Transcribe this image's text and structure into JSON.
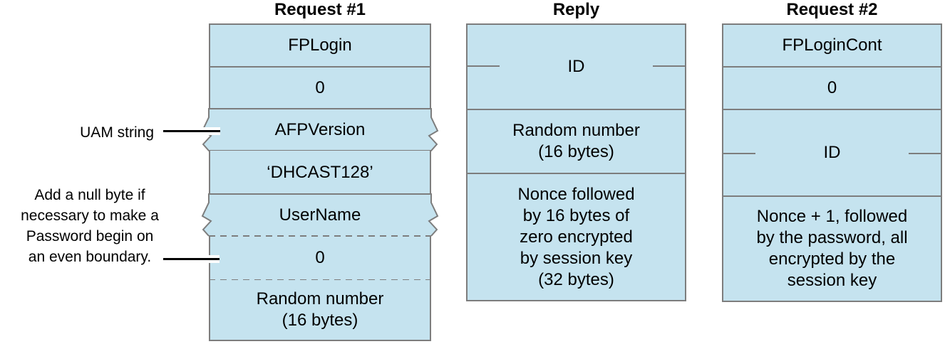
{
  "columns": [
    {
      "title": "Request #1",
      "rows": [
        {
          "label": "FPLogin"
        },
        {
          "label": "0"
        },
        {
          "label": "AFPVersion",
          "edge": "torn"
        },
        {
          "label": "‘DHCAST128’"
        },
        {
          "label": "UserName",
          "edge": "torn"
        },
        {
          "label": "0",
          "border": "dashed"
        },
        {
          "label": "Random number\n(16 bytes)"
        }
      ]
    },
    {
      "title": "Reply",
      "rows": [
        {
          "label": "ID",
          "ticks": true
        },
        {
          "label": "Random number\n(16 bytes)"
        },
        {
          "label": "Nonce followed\nby 16 bytes of\nzero encrypted\nby session key\n(32 bytes)"
        }
      ]
    },
    {
      "title": "Request #2",
      "rows": [
        {
          "label": "FPLoginCont"
        },
        {
          "label": "0"
        },
        {
          "label": "ID",
          "ticks": true
        },
        {
          "label": "Nonce + 1, followed\nby the password, all\nencrypted by the\nsession key"
        }
      ]
    }
  ],
  "annotations": [
    {
      "text": "UAM string"
    },
    {
      "text": "Add a null byte if\nnecessary to make a\nPassword begin on\nan even boundary."
    }
  ],
  "colors": {
    "box_fill": "#c5e3ef",
    "box_border": "#7d7d7d",
    "text": "#000000",
    "callout_line": "#000000"
  }
}
